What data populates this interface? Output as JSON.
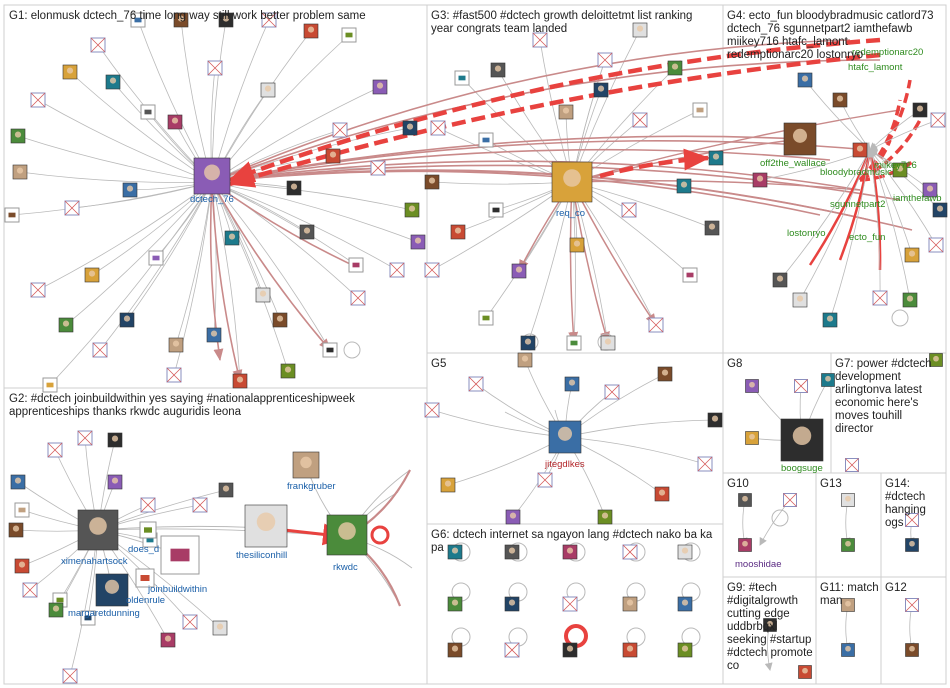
{
  "colors": {
    "edge_gray": "#b9b9b9",
    "edge_red": "#e8423f",
    "edge_pink": "#c98a8a",
    "label_blue": "#1a5fa8",
    "label_green": "#2e8b1e",
    "label_purple": "#5a2a82",
    "label_red": "#b3262a",
    "box_border": "#cfcfcf"
  },
  "groups": [
    {
      "id": "G1",
      "lines": [
        "G1: elonmusk dctech_76 time long way still work better problem same"
      ]
    },
    {
      "id": "G2",
      "lines": [
        "G2: #dctech joinbuildwithin yes saying #nationalapprenticeshipweek",
        "apprenticeships thanks rkwdc auguridis leona"
      ]
    },
    {
      "id": "G3",
      "lines": [
        "G3: #fast500 #dctech growth deloittetmt list ranking",
        "year congrats team landed"
      ]
    },
    {
      "id": "G4",
      "lines": [
        "G4: ecto_fun bloodybradmusic catlord73",
        "dctech_76 sgunnetpart2 iamthefawb",
        "miikey716 htafc_lamont",
        "redemptionarc20 lostonryo"
      ]
    },
    {
      "id": "G5",
      "lines": [
        "G5"
      ]
    },
    {
      "id": "G6",
      "lines": [
        "G6: dctech internet sa ngayon lang #dctech nako ba ka",
        "pa"
      ]
    },
    {
      "id": "G7",
      "lines": [
        "G7: power #dctech",
        "development",
        "arlingtonva latest",
        "economic here's",
        "moves touhill",
        "director"
      ]
    },
    {
      "id": "G8",
      "lines": [
        "G8"
      ]
    },
    {
      "id": "G9",
      "lines": [
        "G9: #tech",
        "#digitalgrowth",
        "cutting edge",
        "uddbrbqxl",
        "seeking #startup",
        "#dctech promote",
        "co"
      ]
    },
    {
      "id": "G10",
      "lines": [
        "G10"
      ]
    },
    {
      "id": "G11",
      "lines": [
        "G11: match",
        "man"
      ]
    },
    {
      "id": "G12",
      "lines": [
        "G12"
      ]
    },
    {
      "id": "G13",
      "lines": [
        "G13"
      ]
    },
    {
      "id": "G14",
      "lines": [
        "G14:",
        "#dctech",
        "hanging",
        "ogs"
      ]
    }
  ],
  "node_labels": [
    {
      "id": "dctech_76",
      "text": "dctech_76",
      "color": "blue"
    },
    {
      "id": "req_co",
      "text": "req_co",
      "color": "blue"
    },
    {
      "id": "off2the_wallace",
      "text": "off2the_wallace",
      "color": "green"
    },
    {
      "id": "redemptionarc20",
      "text": "redemptionarc20",
      "color": "green"
    },
    {
      "id": "htafc_lamont",
      "text": "htafc_lamont",
      "color": "green"
    },
    {
      "id": "miikey716",
      "text": "miikey716",
      "color": "green"
    },
    {
      "id": "bloodybradmusic",
      "text": "bloodybradmusic",
      "color": "green"
    },
    {
      "id": "sgunnetpart2",
      "text": "sgunnetpart2",
      "color": "green"
    },
    {
      "id": "iamthefawb",
      "text": "iamthefawb",
      "color": "green"
    },
    {
      "id": "lostonryo",
      "text": "lostonryo",
      "color": "green"
    },
    {
      "id": "ecto_fun",
      "text": "ecto_fun",
      "color": "green"
    },
    {
      "id": "ximenahartsock",
      "text": "ximenahartsock",
      "color": "blue"
    },
    {
      "id": "does_d",
      "text": "does_d",
      "color": "blue"
    },
    {
      "id": "joinbuildwithin",
      "text": "joinbuildwithin",
      "color": "blue"
    },
    {
      "id": "oldenrule",
      "text": "oldenrule",
      "color": "blue"
    },
    {
      "id": "margaretdunning",
      "text": "margaretdunning",
      "color": "blue"
    },
    {
      "id": "thesiliconhill",
      "text": "thesiliconhill",
      "color": "blue"
    },
    {
      "id": "frankgruber",
      "text": "frankgruber",
      "color": "blue"
    },
    {
      "id": "rkwdc",
      "text": "rkwdc",
      "color": "blue"
    },
    {
      "id": "jitegdlkes",
      "text": "jitegdlkes",
      "color": "red"
    },
    {
      "id": "boogsuge",
      "text": "boogsuge",
      "color": "green"
    },
    {
      "id": "mooshidae",
      "text": "mooshidae",
      "color": "purple"
    }
  ]
}
